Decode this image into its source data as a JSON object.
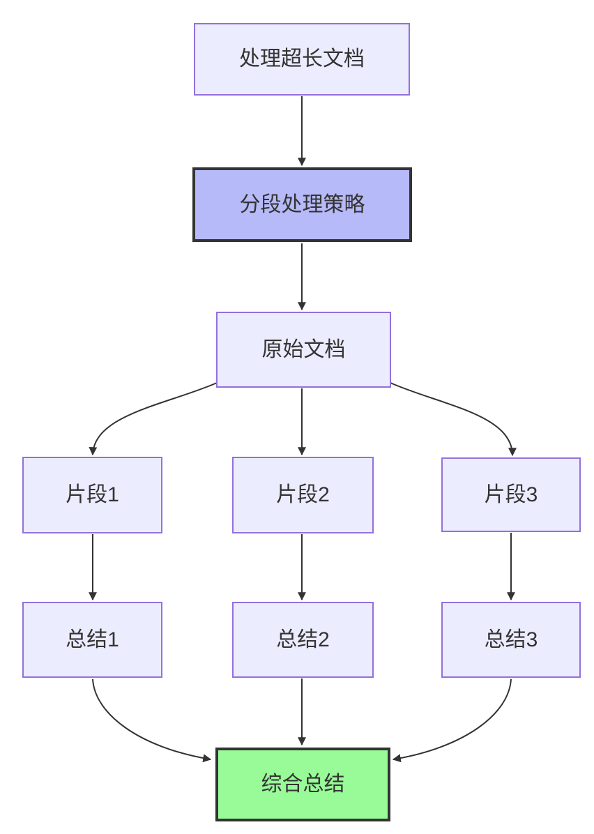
{
  "diagram": {
    "type": "flowchart",
    "direction": "top-down",
    "nodes": [
      {
        "id": "A",
        "label": "处理超长文档",
        "style": "default"
      },
      {
        "id": "B",
        "label": "分段处理策略",
        "style": "highlight"
      },
      {
        "id": "C",
        "label": "原始文档",
        "style": "default"
      },
      {
        "id": "S1",
        "label": "片段1",
        "style": "default"
      },
      {
        "id": "S2",
        "label": "片段2",
        "style": "default"
      },
      {
        "id": "S3",
        "label": "片段3",
        "style": "default"
      },
      {
        "id": "Z1",
        "label": "总结1",
        "style": "default"
      },
      {
        "id": "Z2",
        "label": "总结2",
        "style": "default"
      },
      {
        "id": "Z3",
        "label": "总结3",
        "style": "default"
      }
    ],
    "final_node": {
      "id": "F",
      "label": "综合总结",
      "style": "success"
    },
    "edges": [
      {
        "from": "处理超长文档",
        "to": "分段处理策略"
      },
      {
        "from": "分段处理策略",
        "to": "原始文档"
      },
      {
        "from": "原始文档",
        "to": "片段1"
      },
      {
        "from": "原始文档",
        "to": "片段2"
      },
      {
        "from": "原始文档",
        "to": "片段3"
      },
      {
        "from": "片段1",
        "to": "总结1"
      },
      {
        "from": "片段2",
        "to": "总结2"
      },
      {
        "from": "片段3",
        "to": "总结3"
      },
      {
        "from": "总结1",
        "to": "综合总结"
      },
      {
        "from": "总结2",
        "to": "综合总结"
      },
      {
        "from": "总结3",
        "to": "综合总结"
      }
    ],
    "colors": {
      "node_fill": "#ECECFF",
      "node_border": "#9370DB",
      "highlight_fill": "#B7BAF8",
      "highlight_border": "#333333",
      "success_fill": "#98FB98",
      "success_border": "#333333",
      "edge": "#333333",
      "text": "#333333",
      "background": "#FFFFFF"
    }
  }
}
